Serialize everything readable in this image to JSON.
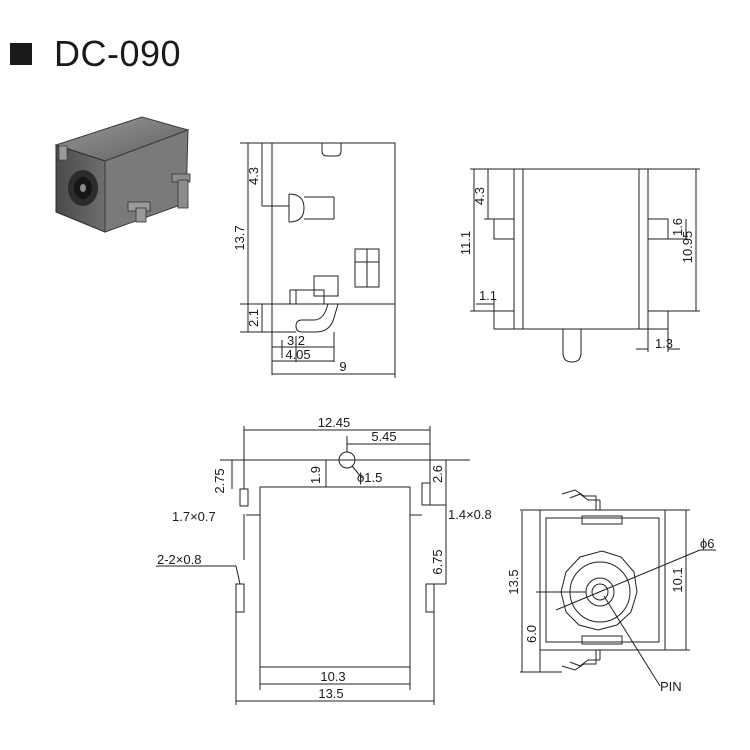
{
  "title": "DC-090",
  "colors": {
    "ink": "#1a1a1a",
    "line": "#222222",
    "photo_body": "#6b6b6b"
  },
  "side_view": {
    "dim_top": "4.3",
    "dim_height": "13.7",
    "dim_bottom": "2.1",
    "dim_a": "3.2",
    "dim_b": "4.05",
    "dim_width": "9"
  },
  "front_view": {
    "dim_top": "4.3",
    "dim_mid": "11.1",
    "dim_small": "1.6",
    "dim_height": "10.95",
    "dim_left": "1.1",
    "dim_right": "1.3"
  },
  "footprint": {
    "dim_width_top": "12.45",
    "dim_offset": "5.45",
    "dim_left_top": "2.75",
    "dim_hole_top": "1.9",
    "dim_hole": "ϕ1.5",
    "dim_right_top": "2.6",
    "pad_left": "1.7×0.7",
    "pad_right": "1.4×0.8",
    "pad_mid": "2-2×0.8",
    "dim_right_mid": "6.75",
    "dim_inner_width": "10.3",
    "dim_outer_width": "13.5"
  },
  "jack_view": {
    "dim_dia": "ϕ6",
    "dim_height": "13.5",
    "dim_center": "6.0",
    "dim_right": "10.1",
    "pin_label": "PIN"
  }
}
